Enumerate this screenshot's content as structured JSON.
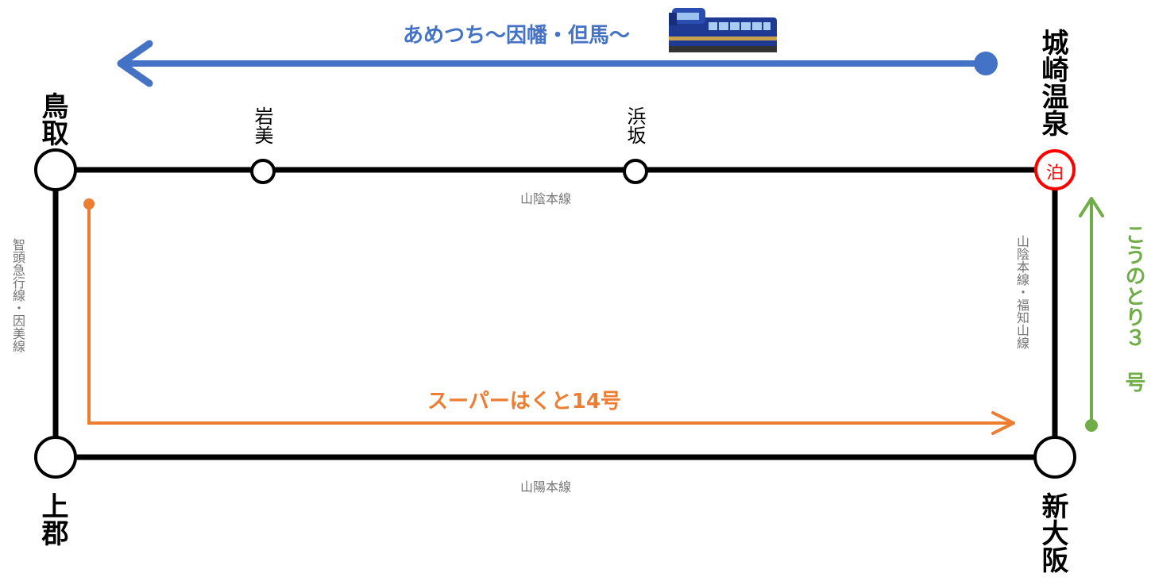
{
  "stations": {
    "tottori": "鳥取",
    "iwami": "岩美",
    "hamasaka": "浜坂",
    "kinosaki": "城崎温泉",
    "kamigori": "上郡",
    "shin_osaka": "新大阪"
  },
  "lines": {
    "sanin_top": "山陰本線",
    "sanyo": "山陽本線",
    "chizu_inbi": "智頭急行線・因美線",
    "sanin_fukuchiyama": "山陰本線・福知山線"
  },
  "trains": {
    "ametsuchi": {
      "name": "あめつち〜因幡・但馬〜",
      "color": "#4472c4"
    },
    "super_hakuto": {
      "name": "スーパーはくと14号",
      "color": "#ed7d31"
    },
    "konotori": {
      "name": "こうのとり３ 号",
      "color": "#70ad47"
    }
  },
  "stay_marker": {
    "text": "泊",
    "color": "#ff0000"
  },
  "icons": {
    "train": "train-image-icon"
  }
}
